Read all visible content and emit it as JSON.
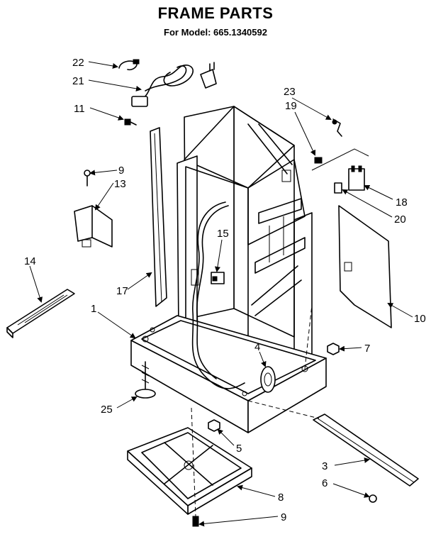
{
  "header": {
    "title": "FRAME PARTS",
    "subtitle": "For Model: 665.1340592"
  },
  "callouts": [
    {
      "id": "22",
      "label": "22"
    },
    {
      "id": "21",
      "label": "21"
    },
    {
      "id": "11",
      "label": "11"
    },
    {
      "id": "9a",
      "label": "9"
    },
    {
      "id": "13",
      "label": "13"
    },
    {
      "id": "14",
      "label": "14"
    },
    {
      "id": "15",
      "label": "15"
    },
    {
      "id": "17",
      "label": "17"
    },
    {
      "id": "1",
      "label": "1"
    },
    {
      "id": "23",
      "label": "23"
    },
    {
      "id": "19",
      "label": "19"
    },
    {
      "id": "18",
      "label": "18"
    },
    {
      "id": "20",
      "label": "20"
    },
    {
      "id": "10",
      "label": "10"
    },
    {
      "id": "4",
      "label": "4"
    },
    {
      "id": "7",
      "label": "7"
    },
    {
      "id": "25",
      "label": "25"
    },
    {
      "id": "5",
      "label": "5"
    },
    {
      "id": "3",
      "label": "3"
    },
    {
      "id": "6",
      "label": "6"
    },
    {
      "id": "8",
      "label": "8"
    },
    {
      "id": "9b",
      "label": "9"
    }
  ]
}
